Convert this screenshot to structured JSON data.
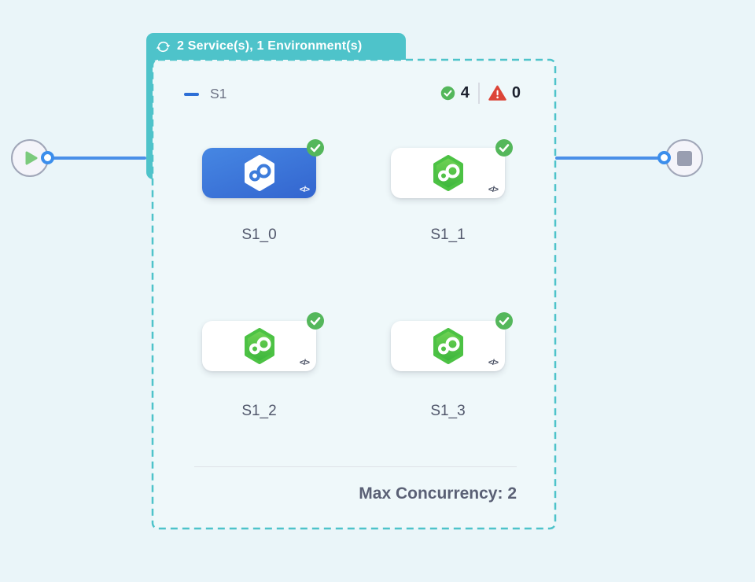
{
  "stage_group": {
    "badge_label": "2 Service(s), 1 Environment(s)"
  },
  "stage": {
    "name": "S1",
    "success_count": "4",
    "failed_count": "0",
    "max_concurrency_label": "Max Concurrency: 2",
    "services": [
      {
        "id": "S1_0",
        "status": "success",
        "selected": true
      },
      {
        "id": "S1_1",
        "status": "success",
        "selected": false
      },
      {
        "id": "S1_2",
        "status": "success",
        "selected": false
      },
      {
        "id": "S1_3",
        "status": "success",
        "selected": false
      }
    ]
  },
  "icons": {
    "code": "</>",
    "badge_icon": "loop-icon",
    "start_node": "play-icon",
    "end_node": "stop-icon",
    "success": "check-circle-icon",
    "failed": "warning-triangle-icon"
  },
  "colors": {
    "background": "#EAF5F9",
    "teal": "#4EC3CA",
    "line_blue": "#4A8FE8",
    "selected_card_blue": "#3D7CDB",
    "success_green": "#54B75B",
    "hex_green_start": "#71D354",
    "hex_green_end": "#39B43C",
    "fail_red": "#DC4437",
    "collapse_dash_blue": "#2D6FD6"
  }
}
